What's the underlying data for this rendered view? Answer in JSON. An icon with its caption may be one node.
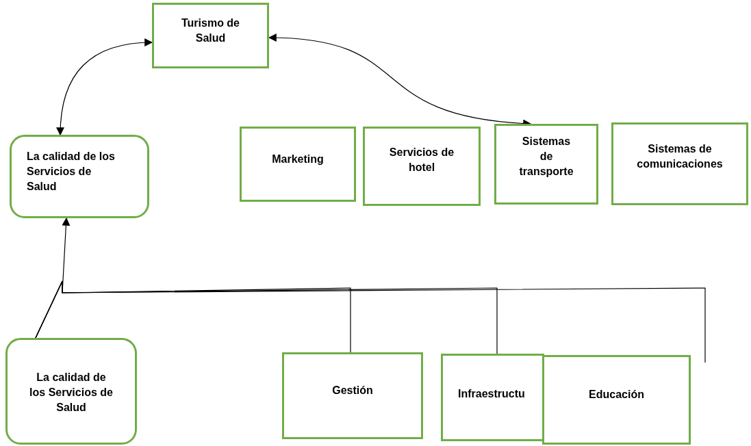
{
  "diagram": {
    "nodes": [
      {
        "text": [
          "Turismo de Salud"
        ]
      },
      {
        "text": [
          "La calidad de los Servicios de Salud"
        ]
      },
      {
        "text": [
          "Marketing"
        ]
      },
      {
        "text": [
          "Servicios de hotel"
        ]
      },
      {
        "text": [
          "Sistemas de transporte"
        ]
      },
      {
        "text": [
          "Sistemas de comunicaciones"
        ]
      },
      {
        "text": [
          "La calidad de los Servicios de Salud"
        ]
      },
      {
        "text": [
          "Gestión"
        ]
      },
      {
        "text": [
          "Infraestructu"
        ]
      },
      {
        "text": [
          "Educación"
        ]
      }
    ],
    "edges": [
      {
        "from": 1,
        "to": 0,
        "arrow": "both"
      },
      {
        "from": 0,
        "to": 4,
        "arrow": "both"
      },
      {
        "from": 6,
        "to": 1,
        "arrow": "to"
      },
      {
        "from": 6,
        "to": 7,
        "arrow": "none"
      },
      {
        "from": 6,
        "to": 8,
        "arrow": "none"
      },
      {
        "from": 6,
        "to": null,
        "arrow": "none"
      }
    ]
  }
}
